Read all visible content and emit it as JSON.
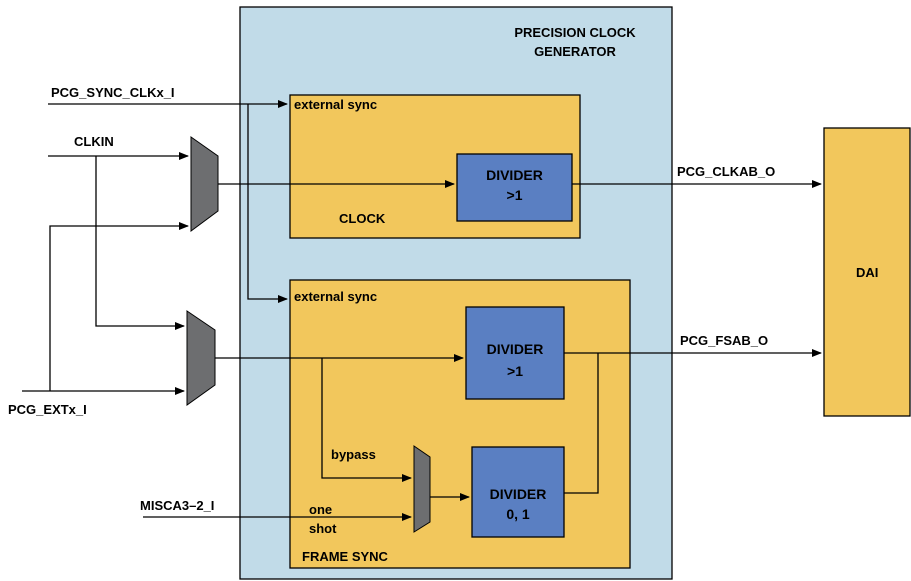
{
  "pcg_block": {
    "title_line1": "PRECISION CLOCK",
    "title_line2": "GENERATOR"
  },
  "clock_block": {
    "external_sync": "external sync",
    "name": "CLOCK",
    "divider_line1": "DIVIDER",
    "divider_line2": ">1"
  },
  "frame_sync_block": {
    "external_sync": "external sync",
    "name": "FRAME SYNC",
    "divider_main_line1": "DIVIDER",
    "divider_main_line2": ">1",
    "divider_oneshot_line1": "DIVIDER",
    "divider_oneshot_line2": "0, 1",
    "bypass": "bypass",
    "one_shot_line1": "one",
    "one_shot_line2": "shot"
  },
  "dai_block": {
    "label": "DAI"
  },
  "signals": {
    "pcg_sync_clk_in": "PCG_SYNC_CLKx_I",
    "clkin": "CLKIN",
    "pcg_ext_in": "PCG_EXTx_I",
    "misca_in": "MISCA3–2_I",
    "clk_out": "PCG_CLKAB_O",
    "fs_out": "PCG_FSAB_O"
  },
  "colors": {
    "pcg_fill": "#c1dbe8",
    "block_fill": "#f2c75c",
    "divider_fill": "#5a7fc2",
    "mux_fill": "#6d6e70",
    "dai_fill": "#f2c75c",
    "line": "#000000"
  }
}
